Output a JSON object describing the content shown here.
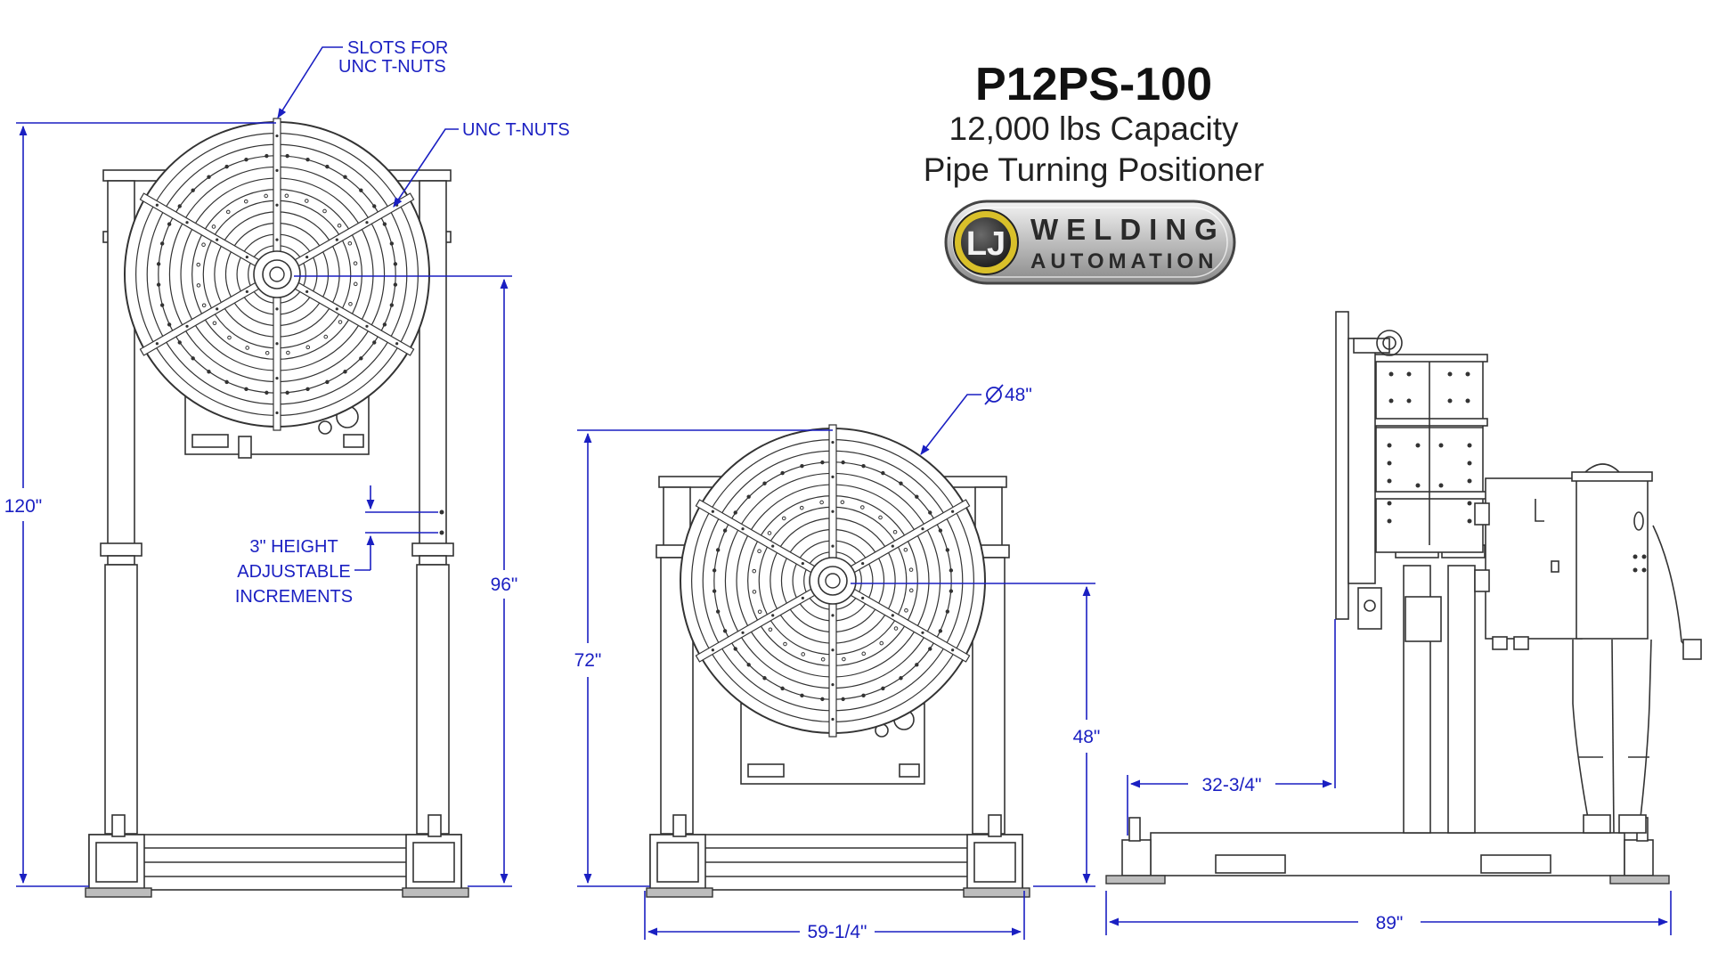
{
  "header": {
    "title": "P12PS-100",
    "capacity": "12,000 lbs Capacity",
    "product": "Pipe Turning Positioner"
  },
  "logo": {
    "monogram": "LJ",
    "line1": "WELDING",
    "line2": "AUTOMATION",
    "colors": {
      "ring": "#d9c02a",
      "badge": "#333333",
      "body": "#cfcfcf"
    }
  },
  "annotations": {
    "slots": [
      "SLOTS FOR",
      "UNC T-NUTS"
    ],
    "tnuts": "UNC T-NUTS",
    "height_adj": [
      "3\" HEIGHT",
      "ADJUSTABLE",
      "INCREMENTS"
    ]
  },
  "dimensions": {
    "max_height": "120\"",
    "max_center": "96\"",
    "min_height": "72\"",
    "min_center": "48\"",
    "diameter": "48\"",
    "width": "59-1/4\"",
    "overhang": "32-3/4\"",
    "length": "89\""
  },
  "icons": {
    "diameter_symbol": "diameter-icon",
    "dimension_arrow": "arrow-icon"
  },
  "colors": {
    "dimension": "#1a1fc2",
    "drawing": "#333333"
  }
}
